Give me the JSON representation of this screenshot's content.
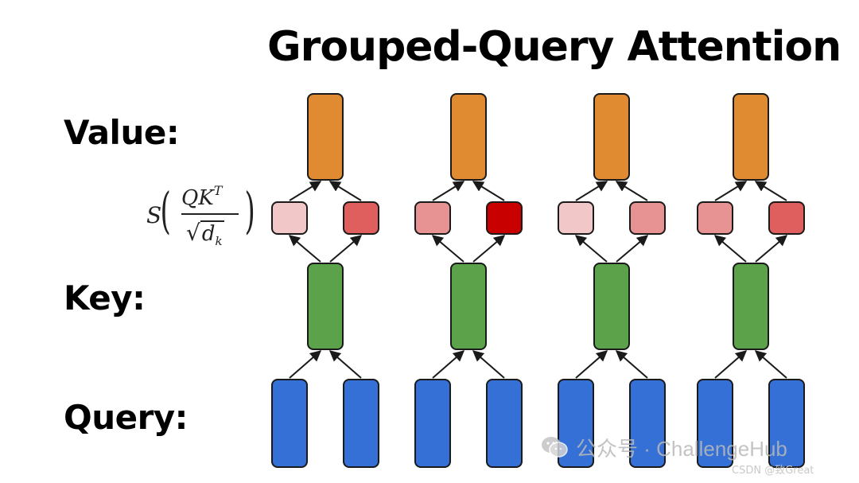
{
  "title": "Grouped-Query Attention",
  "row_labels": {
    "value": "Value:",
    "key": "Key:",
    "query": "Query:"
  },
  "formula": {
    "s": "S",
    "numerator": "QK",
    "numerator_sup": "T",
    "denominator": "d",
    "denominator_sub": "k"
  },
  "colors": {
    "value": "#e08a31",
    "key": "#5ba24b",
    "query": "#3470d6",
    "stroke": "#1a1a1a",
    "score_shades": [
      [
        "#f2c7c7",
        "#df5f5f"
      ],
      [
        "#e89393",
        "#c80000"
      ],
      [
        "#f2c7c7",
        "#e89393"
      ],
      [
        "#e89393",
        "#df5f5f"
      ]
    ]
  },
  "groups": [
    {
      "query_heads": 2,
      "score_levels": [
        0.2,
        0.65
      ]
    },
    {
      "query_heads": 2,
      "score_levels": [
        0.45,
        1.0
      ]
    },
    {
      "query_heads": 2,
      "score_levels": [
        0.2,
        0.45
      ]
    },
    {
      "query_heads": 2,
      "score_levels": [
        0.45,
        0.65
      ]
    }
  ],
  "watermark": {
    "text": "公众号 · ChallengeHub",
    "icon": "wechat-icon"
  },
  "csdn": "CSDN @致Great"
}
